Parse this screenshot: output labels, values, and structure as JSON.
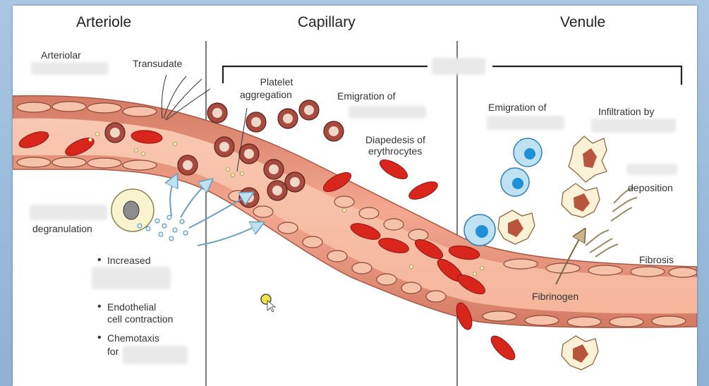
{
  "headers": {
    "arteriole": "Arteriole",
    "capillary": "Capillary",
    "venule": "Venule"
  },
  "labels": {
    "arteriolar": "Arteriolar",
    "transudate": "Transudate",
    "platelet_aggregation_1": "Platelet",
    "platelet_aggregation_2": "aggregation",
    "emigration_of_capillary": "Emigration of",
    "diapedesis_1": "Diapedesis of",
    "diapedesis_2": "erythrocytes",
    "emigration_of_venule": "Emigration of",
    "infiltration_by": "Infiltration by",
    "deposition": "deposition",
    "degranulation": "degranulation",
    "fibrosis": "Fibrosis",
    "fibrinogen": "Fibrinogen"
  },
  "bullets": {
    "increased": "Increased",
    "endothelial_1": "Endothelial",
    "endothelial_2": "cell contraction",
    "chemotaxis_1": "Chemotaxis",
    "chemotaxis_2": "for"
  },
  "colors": {
    "vessel_wall": "#e8907a",
    "vessel_lumen": "#f7c0a8",
    "rbc": "#d9261c",
    "platelet": "#9e3b33",
    "leukocyte": "#5bb8e6",
    "macrophage": "#b8553d",
    "arrow": "#cfe6f3"
  },
  "icons": {
    "cursor": "cursor-arrow-icon"
  }
}
